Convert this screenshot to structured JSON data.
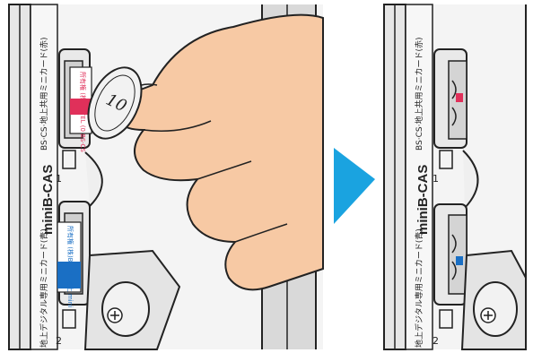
{
  "left_panel": {
    "label_bs": "BS·CS·地上共用ミニカード(赤)",
    "label_terrestrial": "地上デジタル専用ミニカード(青)",
    "label_minibcas": "miniB-CAS",
    "slot1_number": "1",
    "slot2_number": "2",
    "card_red_text": "所有権 (株)B· TEL (0 BS·CS",
    "card_blue_text": "所有権 (株)B· TEL 地上 mini",
    "coin_marking": "10"
  },
  "right_panel": {
    "label_bs": "BS·CS·地上共用ミニカード(赤)",
    "label_terrestrial": "地上デジタル専用ミニカード(青)",
    "label_minibcas": "miniB-CAS",
    "slot1_number": "1",
    "slot2_number": "2"
  },
  "arrow": {
    "color": "#1aa3e0",
    "direction": "right"
  },
  "colors": {
    "card_red": "#e0305a",
    "card_blue": "#1a6fc4",
    "skin": "#f7c9a4",
    "panel": "#f0f0f0",
    "outline": "#1a1a1a"
  }
}
